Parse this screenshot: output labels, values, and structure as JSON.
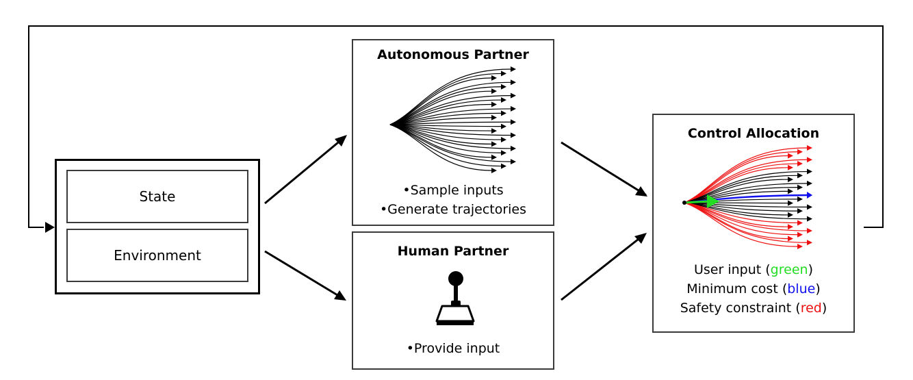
{
  "state_block": {
    "state_label": "State",
    "environment_label": "Environment"
  },
  "autonomous": {
    "title": "Autonomous Partner",
    "bullets": [
      "•Sample inputs",
      "•Generate trajectories"
    ]
  },
  "human": {
    "title": "Human Partner",
    "bullet": "•Provide input",
    "icon": "joystick-icon"
  },
  "control": {
    "title": "Control Allocation",
    "legend": [
      {
        "prefix": "User input (",
        "word": "green",
        "suffix": ")",
        "color": "#22dd22"
      },
      {
        "prefix": "Minimum cost (",
        "word": "blue",
        "suffix": ")",
        "color": "#1010ee"
      },
      {
        "prefix": "Safety constraint (",
        "word": "red",
        "suffix": ")",
        "color": "#ee1010"
      }
    ]
  },
  "colors": {
    "trajectory": "#000000",
    "safety": "#ee1010",
    "min_cost": "#1010ee",
    "user_input": "#22dd22"
  }
}
